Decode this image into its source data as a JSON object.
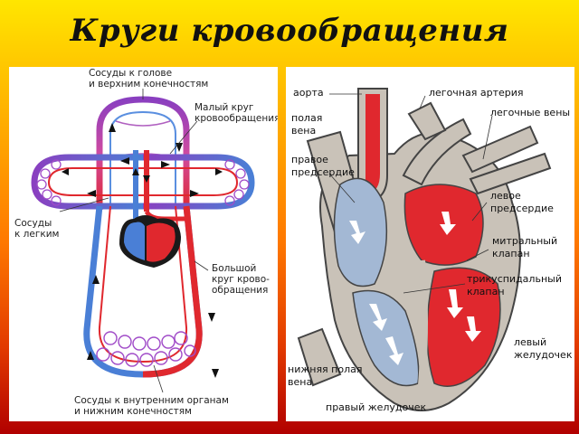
{
  "title": "Круги кровообращения",
  "circulation_diagram": {
    "labels": {
      "head_vessels_1": "Сосуды к голове",
      "head_vessels_2": "и верхним конечностям",
      "small_circle_1": "Малый круг",
      "small_circle_2": "кровообращения",
      "lung_vessels_1": "Сосуды",
      "lung_vessels_2": "к легким",
      "large_circle_1": "Большой",
      "large_circle_2": "круг крово-",
      "large_circle_3": "обращения",
      "organ_vessels_1": "Сосуды к внутренним органам",
      "organ_vessels_2": "и нижним конечностям"
    }
  },
  "heart_diagram": {
    "labels": {
      "aorta": "аорта",
      "pulmonary_artery": "легочная артерия",
      "vena_cava_1": "полая",
      "vena_cava_2": "вена",
      "pulmonary_veins": "легочные вены",
      "right_atrium_1": "правое",
      "right_atrium_2": "предсердие",
      "left_atrium_1": "левое",
      "left_atrium_2": "предсердие",
      "mitral_valve_1": "митральный",
      "mitral_valve_2": "клапан",
      "tricuspid_valve_1": "трикуспидальный",
      "tricuspid_valve_2": "клапан",
      "left_ventricle_1": "левый",
      "left_ventricle_2": "желудочек",
      "inferior_vena_cava_1": "нижняя полая",
      "inferior_vena_cava_2": "вена",
      "right_ventricle": "правый желудочек"
    }
  },
  "colors": {
    "arterial": "#e0282e",
    "venous": "#4a7fd6",
    "capillary": "#8a3fc0",
    "heart_wall": "#c9c2b8"
  }
}
